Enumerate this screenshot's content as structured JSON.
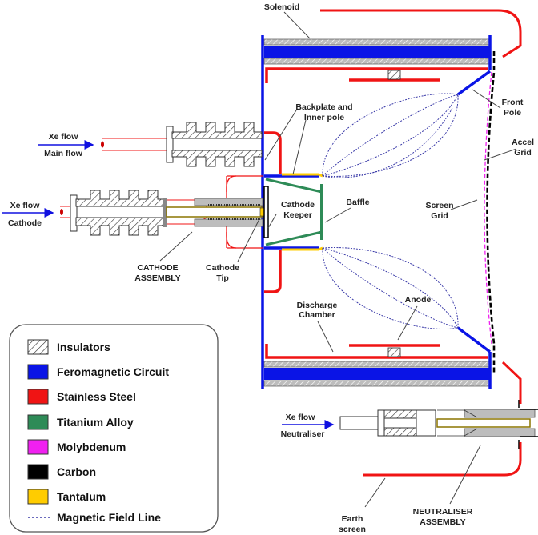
{
  "labels": {
    "solenoid": "Solenoid",
    "backplate_1": "Backplate and",
    "backplate_2": "Inner pole",
    "front_pole_1": "Front",
    "front_pole_2": "Pole",
    "accel_grid_1": "Accel",
    "accel_grid_2": "Grid",
    "screen_grid_1": "Screen",
    "screen_grid_2": "Grid",
    "baffle": "Baffle",
    "cathode_keeper_1": "Cathode",
    "cathode_keeper_2": "Keeper",
    "main_flow_1": "Xe flow",
    "main_flow_2": "Main flow",
    "cathode_flow_1": "Xe flow",
    "cathode_flow_2": "Cathode",
    "cathode_assembly_1": "CATHODE",
    "cathode_assembly_2": "ASSEMBLY",
    "cathode_tip_1": "Cathode",
    "cathode_tip_2": "Tip",
    "discharge_chamber_1": "Discharge",
    "discharge_chamber_2": "Chamber",
    "anode": "Anode",
    "neutraliser_flow_1": "Xe flow",
    "neutraliser_flow_2": "Neutraliser",
    "earth_screen_1": "Earth",
    "earth_screen_2": "screen",
    "neutraliser_assembly_1": "NEUTRALISER",
    "neutraliser_assembly_2": "ASSEMBLY"
  },
  "legend": [
    {
      "label": "Insulators",
      "swatch": "hatch",
      "color": "#ffffff"
    },
    {
      "label": "Feromagnetic Circuit",
      "swatch": "fill",
      "color": "#0a14e6"
    },
    {
      "label": "Stainless Steel",
      "swatch": "fill",
      "color": "#f01414"
    },
    {
      "label": "Titanium Alloy",
      "swatch": "fill",
      "color": "#2e8b57"
    },
    {
      "label": "Molybdenum",
      "swatch": "fill",
      "color": "#f020f0"
    },
    {
      "label": "Carbon",
      "swatch": "fill",
      "color": "#000000"
    },
    {
      "label": "Tantalum",
      "swatch": "fill",
      "color": "#ffcc00"
    },
    {
      "label": "Magnetic Field Line",
      "swatch": "dashed-line",
      "color": "#3a3aa8"
    }
  ]
}
